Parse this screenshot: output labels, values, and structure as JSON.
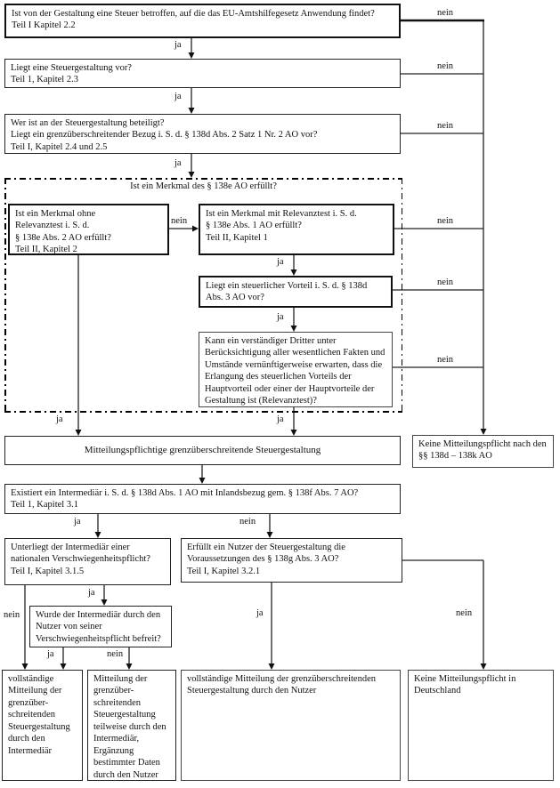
{
  "labels": {
    "ja": "ja",
    "nein": "nein"
  },
  "nodes": {
    "q_tax_covered": {
      "lines": [
        "Ist von der Gestaltung eine Steuer betroffen, auf die das EU-Amtshilfegesetz Anwendung findet?",
        "Teil I Kapitel 2.2"
      ]
    },
    "q_arrangement": {
      "lines": [
        "Liegt eine Steuergestaltung vor?",
        "Teil 1, Kapitel 2.3"
      ]
    },
    "q_cross_border": {
      "lines": [
        "Wer ist an der Steuergestaltung beteiligt?",
        "Liegt ein grenzüberschreitender Bezug i. S. d. § 138d Abs. 2 Satz 1 Nr. 2 AO vor?",
        "Teil I, Kapitel 2.4 und 2.5"
      ]
    },
    "hallmark_group_title": "Ist ein Merkmal des § 138e AO erfüllt?",
    "q_hallmark_without_test": {
      "lines": [
        "Ist ein Merkmal ohne",
        "Relevanztest i. S. d.",
        "§ 138e Abs. 2 AO erfüllt?",
        "Teil II, Kapitel 2"
      ]
    },
    "q_hallmark_with_test": {
      "lines": [
        "Ist ein Merkmal mit Relevanztest i. S. d.",
        "§ 138e Abs. 1 AO erfüllt?",
        "Teil II, Kapitel 1"
      ]
    },
    "q_tax_advantage": {
      "lines": [
        "Liegt ein steuerlicher Vorteil i. S. d. § 138d Abs. 3 AO vor?"
      ]
    },
    "q_main_benefit_test": {
      "lines": [
        "Kann ein verständiger Dritter unter Berücksichtigung aller wesentlichen Fakten und Umstände vernünftigerweise erwarten, dass die Erlangung des steuerlichen Vorteils der Hauptvorteil oder einer der Hauptvorteile der Gestaltung ist (Relevanztest)?"
      ]
    },
    "reportable_arrangement": {
      "lines": [
        "Mitteilungspflichtige grenzüberschreitende Steuergestaltung"
      ]
    },
    "no_obligation_138": {
      "lines": [
        "Keine Mitteilungspflicht nach den §§ 138d – 138k AO"
      ]
    },
    "q_intermediary": {
      "lines": [
        "Existiert ein Intermediär i. S. d. § 138d Abs. 1 AO mit Inlandsbezug gem. § 138f Abs. 7 AO?",
        "Teil 1, Kapitel 3.1"
      ]
    },
    "q_confidentiality": {
      "lines": [
        "Unterliegt der Intermediär einer nationalen Verschwiegenheitspflicht?",
        "Teil I, Kapitel 3.1.5"
      ]
    },
    "q_user_conditions": {
      "lines": [
        "Erfüllt ein Nutzer der Steuergestaltung die Voraussetzungen des § 138g Abs. 3 AO?",
        "Teil I, Kapitel 3.2.1"
      ]
    },
    "q_waiver": {
      "lines": [
        "Wurde der Intermediär durch den Nutzer von seiner Verschwiegenheitspflicht befreit?"
      ]
    },
    "outcome_full_by_intermediary": {
      "lines": [
        "vollständige Mitteilung der grenzüber-schreitenden Steuergestaltung durch den Intermediär"
      ]
    },
    "outcome_partial_by_intermediary": {
      "lines": [
        "Mitteilung der grenzüber-schreitenden Steuergestaltung teilweise durch den Intermediär, Ergänzung bestimmter Daten durch den Nutzer"
      ]
    },
    "outcome_full_by_user": {
      "lines": [
        "vollständige Mitteilung der grenzüberschreitenden Steuergestaltung durch den Nutzer"
      ]
    },
    "outcome_no_obligation_germany": {
      "lines": [
        "Keine Mitteilungspflicht in Deutschland"
      ]
    }
  }
}
